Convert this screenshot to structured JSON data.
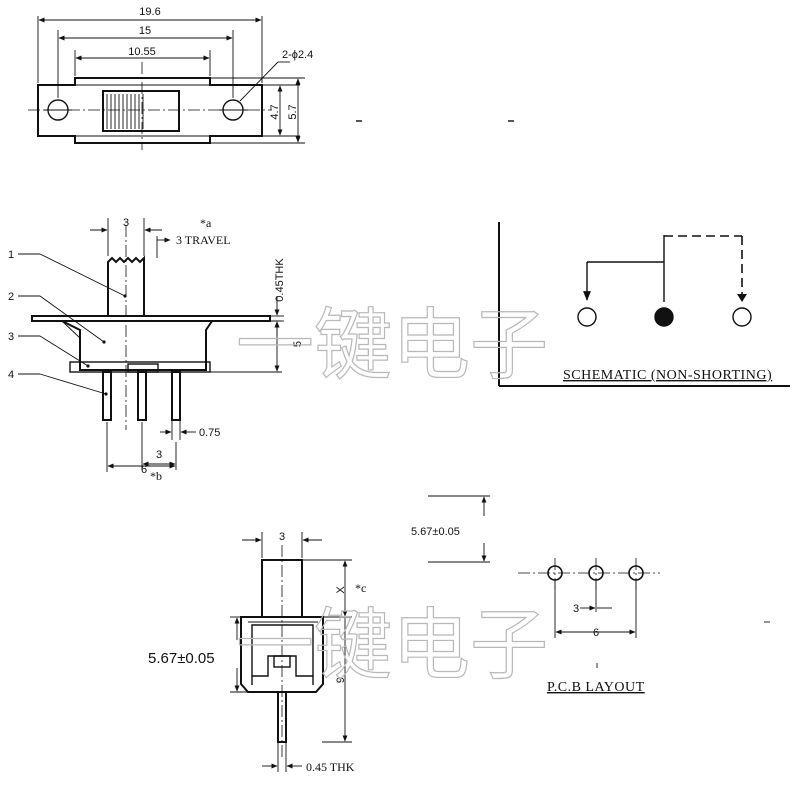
{
  "top_view": {
    "dim_overall": "19.6",
    "dim_hole_pitch": "15",
    "dim_body": "10.55",
    "dim_holes": "2-ϕ2.4",
    "dim_height_inner": "4.7",
    "dim_height_outer": "5.7"
  },
  "side_view": {
    "part_labels": [
      "1",
      "2",
      "3",
      "4"
    ],
    "dim_actuator_width": "3",
    "note_a": "*a",
    "dim_travel": "3  TRAVEL",
    "dim_thickness": "0.45THK",
    "dim_body_height": "5",
    "dim_pin_width": "0.75",
    "dim_pin_pitch": "3",
    "dim_pin_span": "6",
    "note_b": "*b"
  },
  "schematic": {
    "title": "SCHEMATIC (NON-SHORTING)"
  },
  "front_view": {
    "dim_actuator_width": "3",
    "dim_actuator_height": "5.67±0.05",
    "dim_x": "X",
    "note_c": "*c",
    "dim_body_height": "5.67±0.05",
    "dim_total": "9",
    "dim_pin_thickness": "0.45  THK"
  },
  "pcb_layout": {
    "title": "P.C.B LAYOUT",
    "dim_pitch": "3",
    "dim_span": "6"
  },
  "watermark": "一键电子"
}
